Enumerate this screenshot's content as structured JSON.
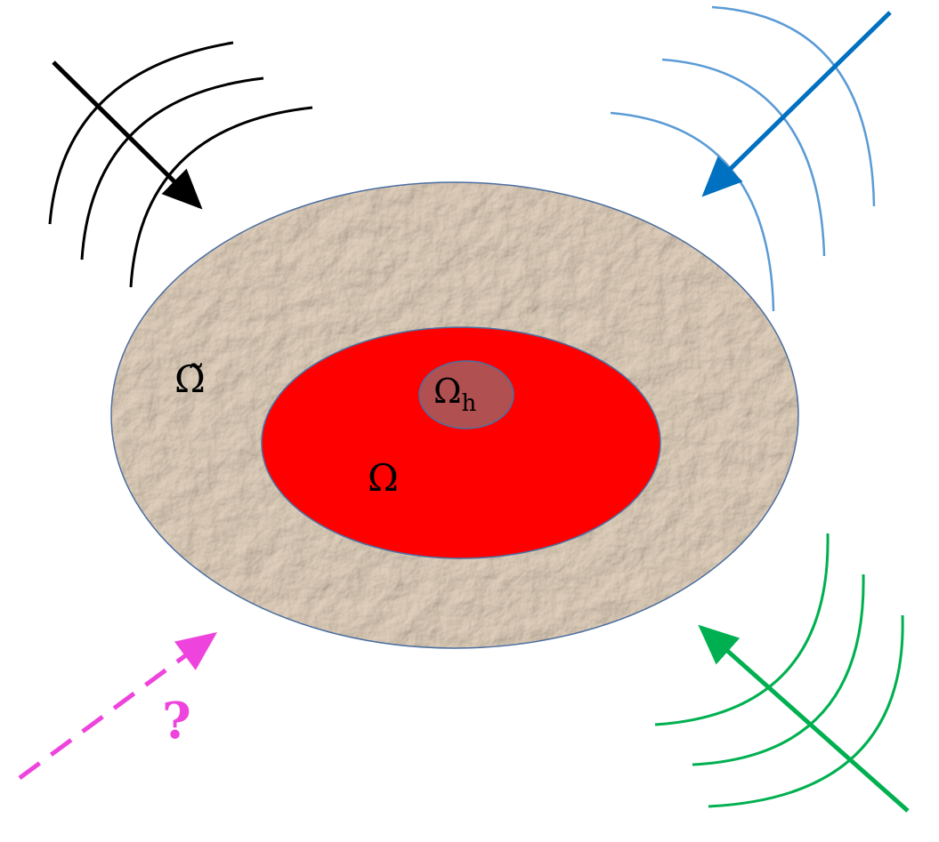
{
  "diagram": {
    "labels": {
      "outer_region": "Ω̃",
      "inner_region": "Ω",
      "hole_symbol": "Ω",
      "hole_subscript": "h",
      "unknown_wave": "?"
    },
    "colors": {
      "outer_region_fill": "#cdbba7",
      "outer_region_stroke": "#4b6fa0",
      "inner_region_fill": "#ff0000",
      "hole_fill": "#b05050",
      "wave_top_left": "#000000",
      "wave_top_right": "#0070c0",
      "wave_top_right_arcs": "#5b9bd5",
      "wave_bottom_right": "#00b050",
      "wave_unknown": "#ee44dd"
    },
    "waves": [
      {
        "name": "incident-wave-top-left",
        "style": "solid"
      },
      {
        "name": "incident-wave-top-right",
        "style": "solid"
      },
      {
        "name": "incident-wave-bottom-right",
        "style": "solid"
      },
      {
        "name": "unknown-wave-bottom-left",
        "style": "dashed"
      }
    ]
  }
}
